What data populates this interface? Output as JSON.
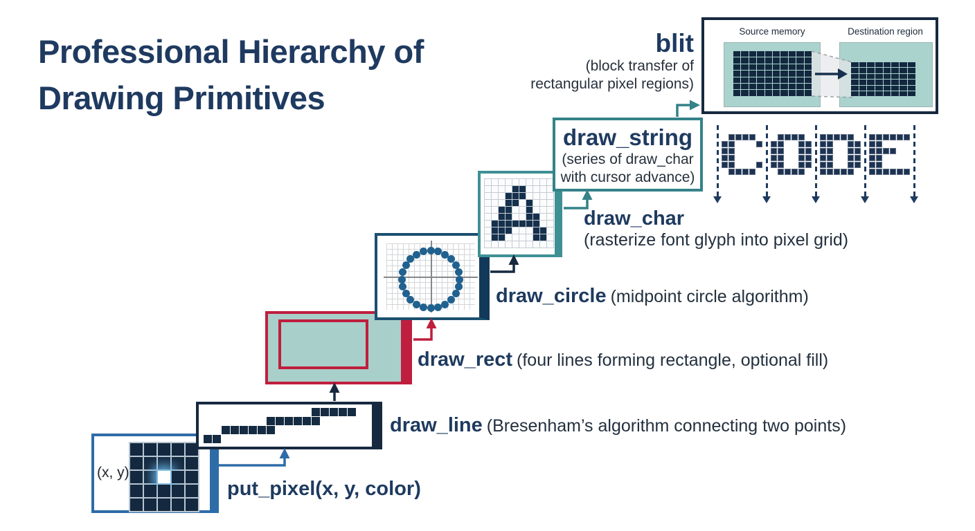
{
  "title": {
    "line1": "Professional Hierarchy of",
    "line2": "Drawing Primitives"
  },
  "colors": {
    "navy": "#16293f",
    "label_navy": "#1e3a5f",
    "blue": "#2e6ca8",
    "red": "#bf1e3e",
    "teal": "#358289",
    "teal_fill": "#a9cfca",
    "pixel_fill": "#152c45",
    "dot_blue": "#20618f",
    "desc_text": "#23303e"
  },
  "levels": {
    "put_pixel": {
      "label": "put_pixel(x, y, color)",
      "coord_label": "(x, y)",
      "grid": {
        "cols": 5,
        "rows": 5,
        "white_cell": [
          2,
          2
        ]
      }
    },
    "draw_line": {
      "name": "draw_line",
      "desc": "(Bresenham’s algorithm connecting two points)",
      "bitmap": [
        "............XXXXX.",
        ".......XXXXXX.....",
        "..XXXXXX..........",
        "XX................"
      ]
    },
    "draw_rect": {
      "name": "draw_rect",
      "desc": "(four lines forming rectangle, optional fill)"
    },
    "draw_circle": {
      "name": "draw_circle",
      "desc": "(midpoint circle algorithm)",
      "grid": {
        "cols": 16,
        "rows": 12
      },
      "dots": [
        [
          13.2,
          6.5
        ],
        [
          13.02,
          5.15
        ],
        [
          12.5,
          3.9
        ],
        [
          11.68,
          2.82
        ],
        [
          10.6,
          2.0
        ],
        [
          9.35,
          1.48
        ],
        [
          8,
          1.3
        ],
        [
          6.65,
          1.48
        ],
        [
          5.4,
          2.0
        ],
        [
          4.32,
          2.82
        ],
        [
          3.5,
          3.9
        ],
        [
          2.98,
          5.15
        ],
        [
          2.8,
          6.5
        ],
        [
          2.98,
          7.85
        ],
        [
          3.5,
          9.1
        ],
        [
          4.32,
          10.18
        ],
        [
          5.4,
          11.0
        ],
        [
          6.65,
          11.52
        ],
        [
          8,
          11.7
        ],
        [
          9.35,
          11.52
        ],
        [
          10.6,
          11.0
        ],
        [
          11.68,
          10.18
        ],
        [
          12.5,
          9.1
        ],
        [
          13.02,
          7.85
        ]
      ]
    },
    "draw_char": {
      "name": "draw_char",
      "desc": "(rasterize font glyph into pixel grid)",
      "glyph": "A",
      "bitmap": [
        "..........",
        "....XX....",
        "...XXX....",
        "...XX.X...",
        "..XX..X...",
        "..XX..XX..",
        ".XXXXXXX..",
        ".XXX...XX.",
        ".XX....XX.",
        ".........."
      ]
    },
    "draw_string": {
      "name": "draw_string",
      "desc_line1": "(series of draw_char",
      "desc_line2": "with cursor advance)",
      "pixel_text": "CODE",
      "letters": {
        "C": [
          ".XXXX.",
          "XX...X",
          "XX....",
          "XX....",
          "XX...X",
          ".XXXX."
        ],
        "O": [
          ".XXXX.",
          "XX..XX",
          "XX..XX",
          "XX..XX",
          "XX..XX",
          ".XXXX."
        ],
        "D": [
          "XXXXX.",
          "XX..XX",
          "XX..XX",
          "XX..XX",
          "XX..XX",
          "XXXXX."
        ],
        "E": [
          "XXXXXX",
          "XX....",
          "XXXX..",
          "XX....",
          "XX....",
          "XXXXXX"
        ]
      }
    },
    "blit": {
      "name": "blit",
      "desc_line1": "(block transfer of",
      "desc_line2": "rectangular pixel regions)",
      "source_label": "Source memory",
      "dest_label": "Destination region",
      "source_grid": {
        "cols": 10,
        "rows": 7
      },
      "dest_grid": {
        "cols": 8,
        "rows": 6
      }
    }
  }
}
